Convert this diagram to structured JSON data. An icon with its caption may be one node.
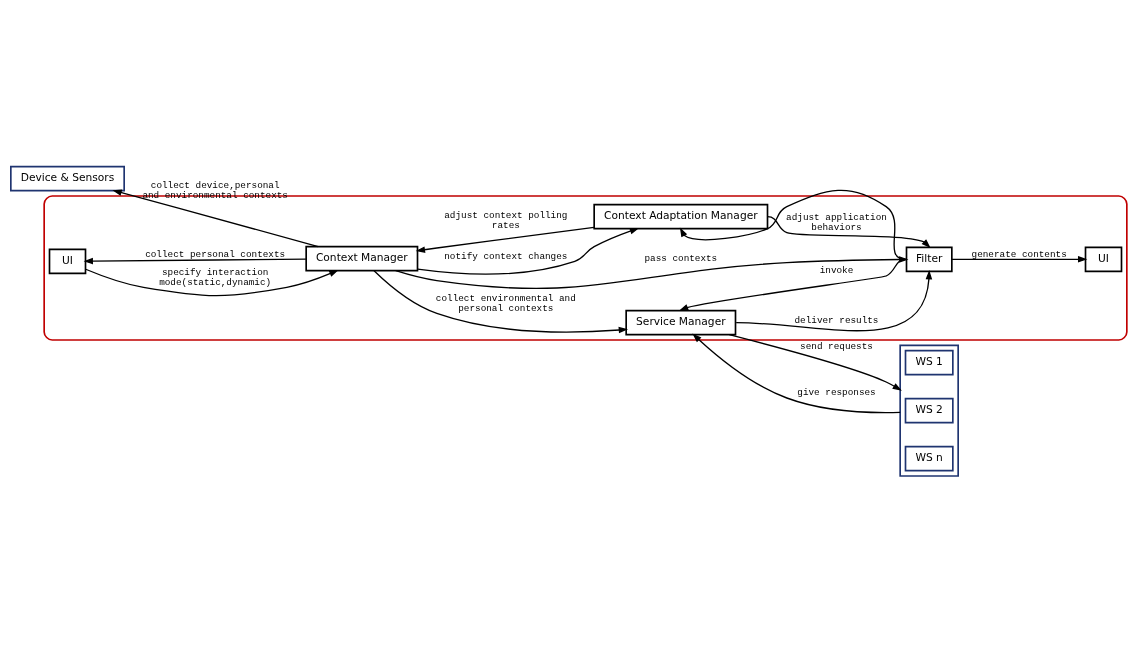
{
  "diagram": {
    "nodes": [
      {
        "text": [
          "Device & Sensors"
        ]
      },
      {
        "text": [],
        "shape": "box"
      },
      {
        "text": [
          "UI"
        ],
        "in": 1
      },
      {
        "text": [
          "Context Manager"
        ],
        "in": 1
      },
      {
        "text": [
          "Service Manager"
        ],
        "in": 1
      },
      {
        "text": [
          "Filter"
        ],
        "in": 1
      },
      {
        "text": [
          "UI"
        ],
        "in": 1
      },
      {
        "text": [
          "Context Adaptation Manager"
        ],
        "in": 1
      },
      {
        "text": [],
        "shape": "box"
      },
      {
        "text": [
          "WS 1"
        ],
        "in": 8
      },
      {
        "text": [
          "WS 2"
        ],
        "in": 8
      },
      {
        "text": [
          "WS n"
        ],
        "in": 8
      }
    ],
    "edges": [
      {
        "from": 3,
        "to": 0,
        "arrow": "to",
        "label": "collect device,personal and environmental contexts"
      },
      {
        "from": 3,
        "to": 4,
        "arrow": "to",
        "label": "collect environmental and personal contexts"
      },
      {
        "from": 2,
        "to": 3,
        "arrow": "to",
        "label": "specify interaction mode(static,dynamic)"
      },
      {
        "from": 3,
        "to": 2,
        "arrow": "to",
        "label": "collect personal contexts"
      },
      {
        "from": 3,
        "to": 5,
        "arrow": "to",
        "label": "pass contexts"
      },
      {
        "from": 5,
        "to": 4,
        "arrow": "to",
        "label": "invoke"
      },
      {
        "from": 4,
        "to": 5,
        "arrow": "to",
        "label": "deliver results"
      },
      {
        "from": 4,
        "to": 8,
        "arrow": "to",
        "label": "send requests"
      },
      {
        "from": 8,
        "to": 4,
        "arrow": "to",
        "label": "give responses"
      },
      {
        "from": 5,
        "to": 6,
        "arrow": "to",
        "label": "generate contents"
      },
      {
        "from": 3,
        "to": 7,
        "arrow": "to",
        "label": "notify context changes"
      },
      {
        "from": 7,
        "to": 3,
        "arrow": "to",
        "label": "adjust context polling rates"
      },
      {
        "from": 5,
        "to": 7,
        "arrow": "to"
      },
      {
        "from": 7,
        "to": 5,
        "arrow": "to",
        "label": "adjust application behaviors"
      }
    ]
  }
}
